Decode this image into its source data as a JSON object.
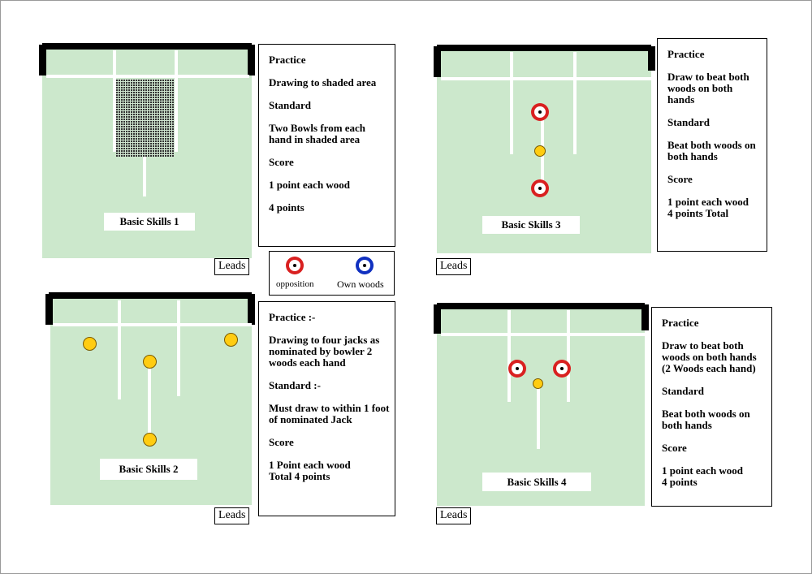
{
  "diagrams": [
    {
      "label": "Basic Skills 1",
      "leads": "Leads",
      "info": [
        "Practice",
        "Drawing to shaded area",
        "Standard",
        "Two Bowls from each hand in shaded area",
        "Score",
        "1 point each wood",
        "4 points"
      ]
    },
    {
      "label": "Basic Skills  3",
      "leads": "Leads",
      "info": [
        "Practice",
        " Draw to beat both woods on both hands",
        "Standard",
        "Beat both woods on both hands",
        "Score",
        "1 point each wood\n4 points Total"
      ]
    },
    {
      "label": "Basic Skills 2",
      "leads": "Leads",
      "info": [
        "Practice  :-",
        "Drawing to four jacks as nominated by bowler 2 woods each hand",
        "Standard  :-",
        "Must draw to within 1 foot of nominated Jack",
        "Score",
        "1 Point each wood\nTotal    4 points"
      ]
    },
    {
      "label": "Basic Skills 4",
      "leads": "Leads",
      "info": [
        "Practice",
        "Draw to beat both woods on both hands (2 Woods each hand)",
        "Standard",
        "Beat both woods on both hands",
        "Score",
        "1 point each wood\n            4 points"
      ]
    }
  ],
  "key": {
    "opposition": "opposition",
    "own": "Own woods"
  },
  "colors": {
    "green": "#cce8cc",
    "ditch": "#000000",
    "jack": "#ffcc11",
    "opposition": "#d92020",
    "own": "#1030c0"
  }
}
